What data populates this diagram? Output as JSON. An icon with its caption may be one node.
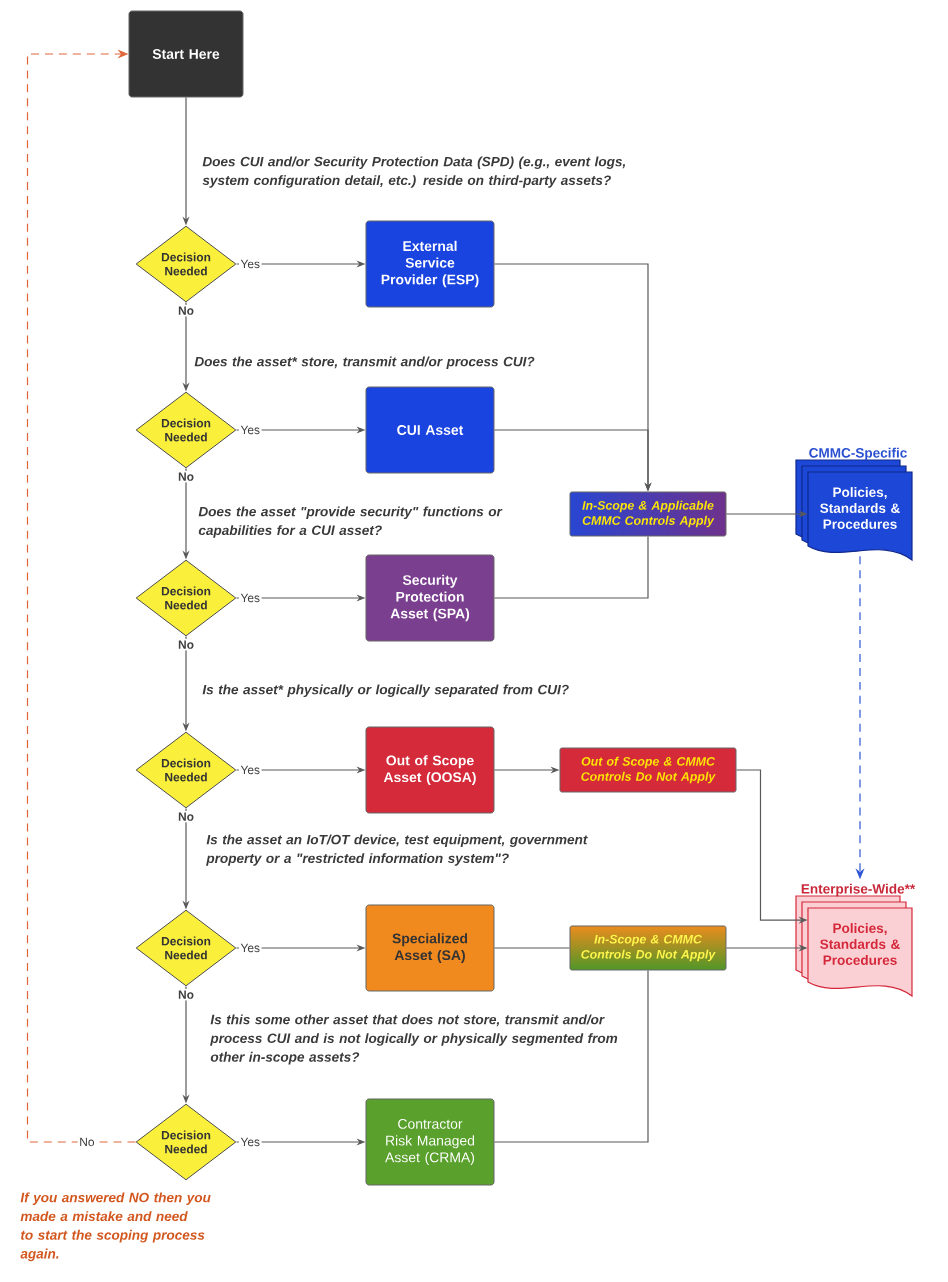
{
  "diagram": {
    "nodes": [
      {
        "text": [
          "Start Here"
        ]
      },
      {
        "text": [
          "Decision Needed"
        ]
      },
      {
        "text": [
          "External Service Provider (ESP)"
        ]
      },
      {
        "text": [
          "Decision Needed"
        ]
      },
      {
        "text": [
          "CUI Asset"
        ]
      },
      {
        "text": [
          "Decision Needed"
        ]
      },
      {
        "text": [
          "Security Protection Asset (SPA)"
        ]
      },
      {
        "text": [
          "In-Scope & Applicable CMMC Controls Apply"
        ]
      },
      {
        "text": [
          "CMMC-Specific",
          "Policies, Standards & Procedures"
        ]
      },
      {
        "text": [
          "Decision Needed"
        ]
      },
      {
        "text": [
          "Out of Scope Asset (OOSA)"
        ]
      },
      {
        "text": [
          "Out of Scope & CMMC Controls Do Not Apply"
        ]
      },
      {
        "text": [
          "Decision Needed"
        ]
      },
      {
        "text": [
          "Specialized Asset (SA)"
        ]
      },
      {
        "text": [
          "In-Scope & CMMC Controls Do Not Apply"
        ]
      },
      {
        "text": [
          "Enterprise-Wide**",
          "Policies, Standards & Procedures"
        ]
      },
      {
        "text": [
          "Decision Needed"
        ]
      },
      {
        "text": [
          "Contractor Risk Managed Asset (CRMA)"
        ]
      }
    ],
    "edges": [
      {
        "from": 0,
        "to": 1,
        "arrow": "to"
      },
      {
        "from": 1,
        "to": 2,
        "arrow": "to",
        "label": "Yes"
      },
      {
        "from": 1,
        "to": 3,
        "arrow": "to",
        "label": "No"
      },
      {
        "from": 2,
        "to": 7,
        "arrow": "to"
      },
      {
        "from": 4,
        "to": 7,
        "arrow": "to"
      },
      {
        "from": 3,
        "to": 4,
        "arrow": "to",
        "label": "Yes"
      },
      {
        "from": 3,
        "to": 5,
        "arrow": "to",
        "label": "No"
      },
      {
        "from": 5,
        "to": 6,
        "arrow": "to",
        "label": "Yes"
      },
      {
        "from": 6,
        "to": 7,
        "arrow": "none"
      },
      {
        "from": 5,
        "to": 9,
        "arrow": "to",
        "label": "No"
      },
      {
        "from": 7,
        "to": 8,
        "arrow": "to"
      },
      {
        "from": 9,
        "to": 10,
        "arrow": "to",
        "label": "Yes"
      },
      {
        "from": 10,
        "to": 11,
        "arrow": "to"
      },
      {
        "from": 11,
        "to": 15,
        "arrow": "to"
      },
      {
        "from": 9,
        "to": 12,
        "arrow": "to",
        "label": "No"
      },
      {
        "from": 12,
        "to": 13,
        "arrow": "to",
        "label": "Yes"
      },
      {
        "from": 13,
        "to": 14,
        "arrow": "none"
      },
      {
        "from": 14,
        "to": 15,
        "arrow": "to"
      },
      {
        "from": 12,
        "to": 16,
        "arrow": "to",
        "label": "No"
      },
      {
        "from": 16,
        "to": 17,
        "arrow": "to",
        "label": "Yes"
      },
      {
        "from": 17,
        "to": 14,
        "arrow": "none"
      },
      {
        "from": 8,
        "to": 15,
        "arrow": "to",
        "style": "dashed",
        "color": "#2f55d4"
      },
      {
        "from": 16,
        "to": 0,
        "arrow": "to",
        "label": "No",
        "style": "dashed",
        "color": "#e0663a"
      }
    ],
    "labels": [
      "Does CUI and/or Security Protection Data (SPD) (e.g., event logs, system configuration detail, etc.) reside on third-party assets?",
      "Does the asset* store, transmit and/or process CUI?",
      "Does the asset \"provide security\" functions or capabilities for a CUI asset?",
      "Is the asset* physically or logically separated from CUI?",
      "Is the asset an IoT/OT device, test equipment, government property or a \"restricted information system\"?",
      "Is this some other asset that does not store, transmit and/or process CUI and is not logically or physically segmented from other in-scope assets?",
      "If you answered NO then you made a mistake and need to start the scoping process again."
    ]
  }
}
